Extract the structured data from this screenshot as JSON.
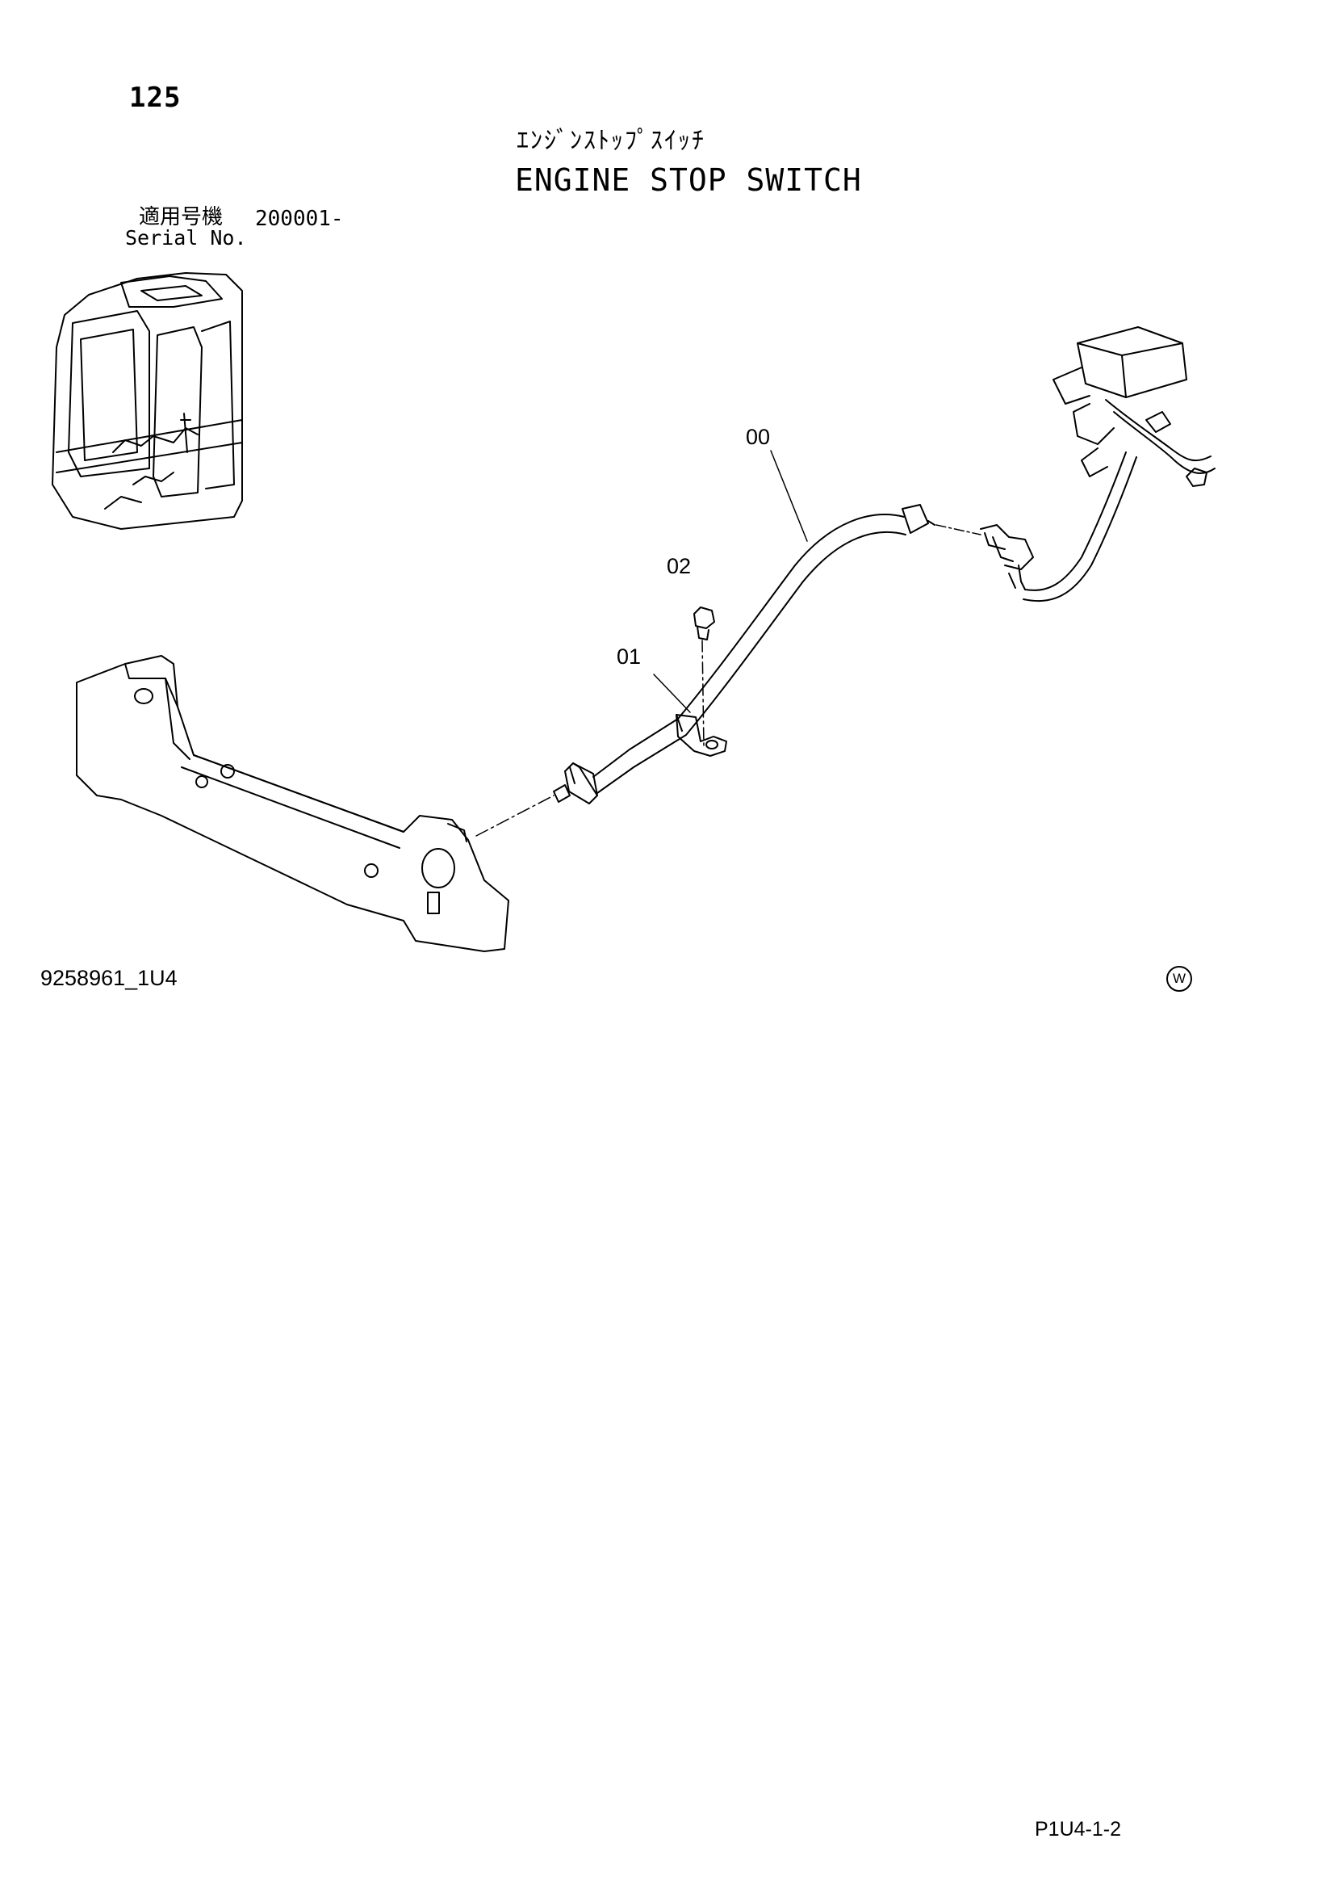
{
  "header": {
    "page_number": "125",
    "title_jp": "ｴﾝｼﾞﾝｽﾄｯﾌﾟｽｲｯﾁ",
    "title_en": "ENGINE STOP SWITCH",
    "serial_label_jp": "適用号機",
    "serial_label_en": "Serial No.",
    "serial_value": "200001-"
  },
  "diagram": {
    "callouts": [
      "00",
      "02",
      "01"
    ]
  },
  "footer": {
    "drawing_number": "9258961_1U4",
    "manufacturer_mark": "W",
    "page_code": "P1U4-1-2"
  }
}
